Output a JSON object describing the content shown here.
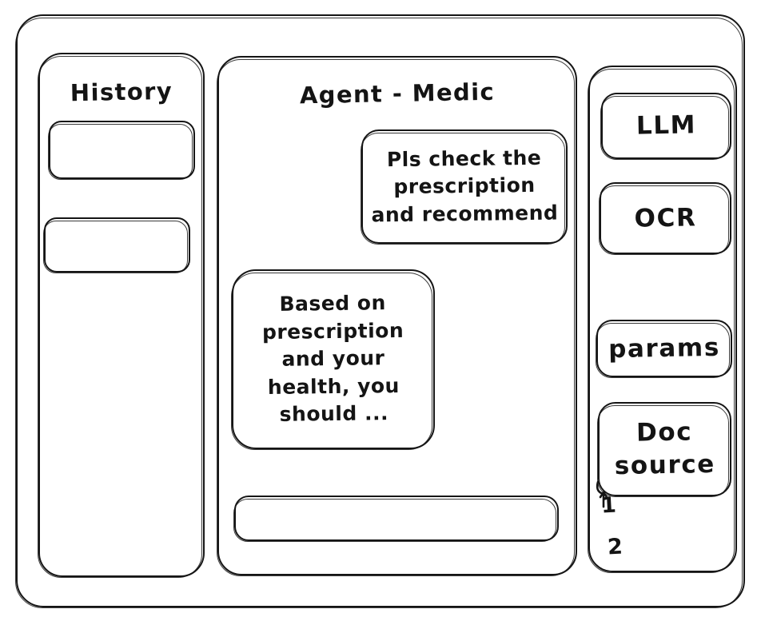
{
  "app": {
    "style": "hand-drawn wireframe",
    "stroke_color": "#151515",
    "background_color": "#ffffff"
  },
  "history_panel": {
    "title": "History",
    "items": [
      {
        "label": ""
      },
      {
        "label": ""
      }
    ]
  },
  "agent_panel": {
    "title": "Agent - Medic",
    "messages": [
      {
        "role": "user",
        "text": "Pls check the\nprescription\nand recommend"
      },
      {
        "role": "agent",
        "text": "Based on\nprescription\nand your\nhealth, you\nshould ..."
      }
    ],
    "composer": {
      "value": "",
      "placeholder": ""
    }
  },
  "tools_panel": {
    "cards": [
      {
        "label": "LLM"
      },
      {
        "label": "OCR"
      },
      {
        "label": "params"
      },
      {
        "label": "Doc\nsource"
      }
    ],
    "doc_source_items": [
      {
        "marker": "1"
      },
      {
        "marker": "2"
      }
    ]
  }
}
